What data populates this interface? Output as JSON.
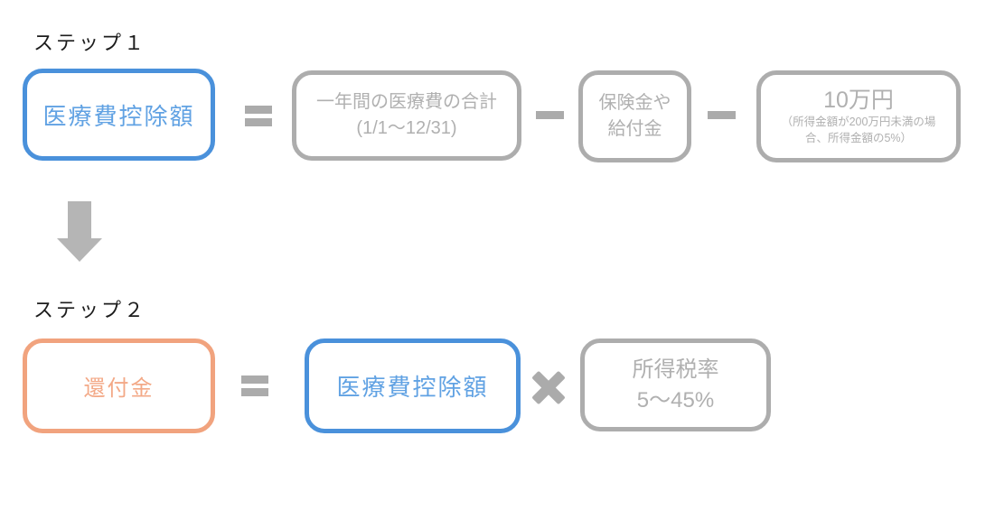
{
  "colors": {
    "blue_border": "#4a91db",
    "blue_text": "#61a2e3",
    "gray_border": "#adadad",
    "gray_text": "#b0b0b0",
    "orange_border": "#f1a37e",
    "orange_text": "#f3a987",
    "operator_gray": "#ababab",
    "arrow_gray": "#b5b5b5",
    "label_dark": "#1c1c1c",
    "background": "#ffffff"
  },
  "step1": {
    "label": "ステップ１",
    "deduction_box": "医療費控除額",
    "equals": "＝",
    "total_box": {
      "line1": "一年間の医療費の合計",
      "line2": "(1/1〜12/31)"
    },
    "minus1": "−",
    "insurance_box": {
      "line1": "保険金や",
      "line2": "給付金"
    },
    "minus2": "−",
    "threshold_box": {
      "amount": "10万円",
      "note_line1": "（所得金額が200万円未満の場",
      "note_line2": "合、所得金額の5%）"
    }
  },
  "arrow": {
    "icon": "down-arrow"
  },
  "step2": {
    "label": "ステップ２",
    "refund_box": "還付金",
    "equals": "＝",
    "deduction_box": "医療費控除額",
    "multiply": "✖",
    "tax_box": {
      "line1": "所得税率",
      "line2": "5〜45%"
    }
  }
}
